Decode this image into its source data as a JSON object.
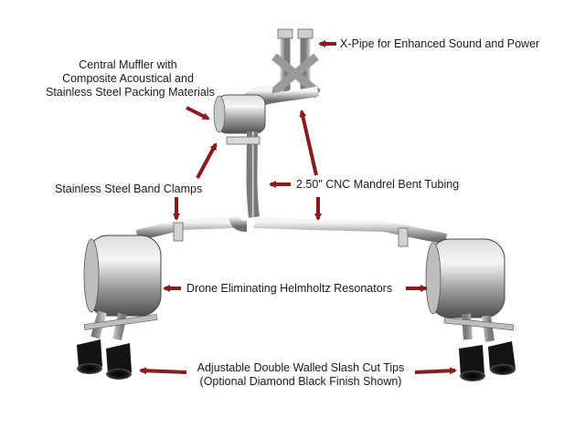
{
  "labels": {
    "xpipe": "X-Pipe for Enhanced Sound and Power",
    "muffler": [
      "Central Muffler with",
      "Composite Acoustical and",
      "Stainless Steel Packing Materials"
    ],
    "clamps": "Stainless Steel Band Clamps",
    "tubing": "2.50\" CNC Mandrel Bent Tubing",
    "resonators": "Drone Eliminating Helmholtz Resonators",
    "tips": [
      "Adjustable Double Walled Slash Cut Tips",
      "(Optional Diamond Black Finish Shown)"
    ]
  },
  "colors": {
    "arrow": "#8b1a1a",
    "text": "#1a1a1a",
    "steel_light": "#e8e8e8",
    "steel_mid": "#a8a8a8",
    "steel_dark": "#5a5a5a",
    "tip_black": "#111111"
  }
}
